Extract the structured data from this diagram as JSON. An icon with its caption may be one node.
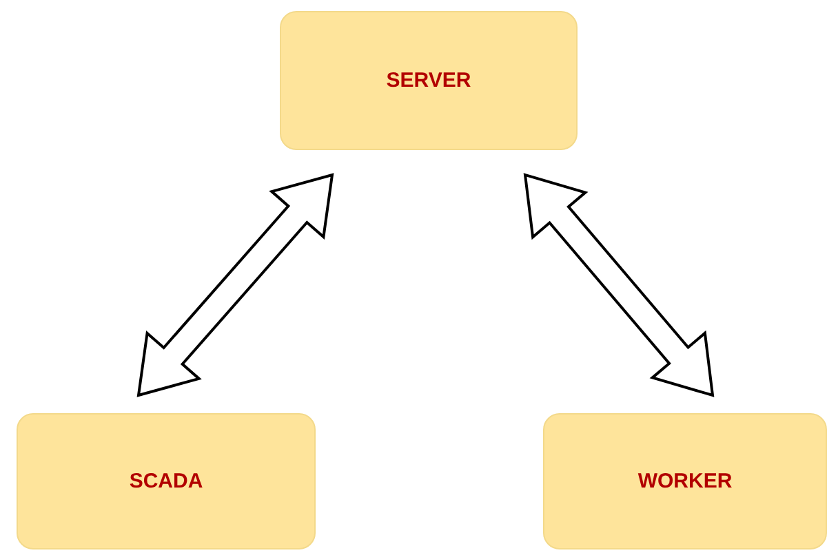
{
  "diagram": {
    "nodes": [
      {
        "text": [
          "SERVER"
        ]
      },
      {
        "text": [
          "SCADA"
        ]
      },
      {
        "text": [
          "WORKER"
        ]
      }
    ],
    "edges": [
      {
        "from": 1,
        "to": 0,
        "arrow": "both",
        "style": "thick"
      },
      {
        "from": 2,
        "to": 0,
        "arrow": "both",
        "style": "thick"
      }
    ]
  }
}
